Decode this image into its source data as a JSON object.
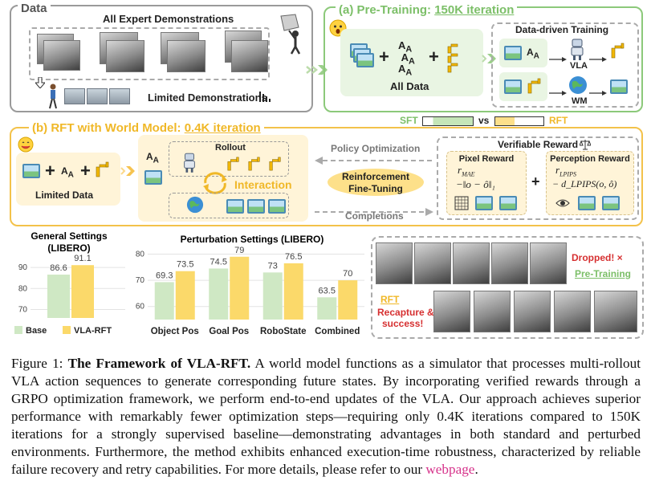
{
  "data_panel": {
    "title": "Data",
    "expert_label": "All Expert Demonstrations",
    "limited_label": "Limited Demonstrations"
  },
  "pretrain_panel": {
    "title_prefix": "(a) Pre-Training: ",
    "title_value": "150K iteration",
    "all_data_label": "All Data",
    "data_driven_title": "Data-driven Training",
    "vla_label": "VLA",
    "wm_label": "WM"
  },
  "legend_bar": {
    "sft": "SFT",
    "vs": "vs",
    "rft": "RFT"
  },
  "rft_panel": {
    "title_prefix": "(b) RFT with World Model: ",
    "title_value": "0.4K iteration",
    "limited_data_label": "Limited Data",
    "rollout_label": "Rollout",
    "interaction_label": "Interaction",
    "policy_opt_label": "Policy Optimization",
    "completions_label": "Completions",
    "rf_line1": "Reinforcement",
    "rf_line2": "Fine-Tuning",
    "verifiable_title": "Verifiable Reward",
    "pixel_reward_title": "Pixel Reward",
    "pixel_reward_sym": "r",
    "pixel_reward_sub": "MAE",
    "pixel_reward_formula": "−‖o − ô‖₁",
    "perception_reward_title": "Perception Reward",
    "perception_reward_sym": "r",
    "perception_reward_sub": "LPIPS",
    "perception_reward_formula": "− d_LPIPS(o, ô)",
    "plus": "+"
  },
  "chart_data": [
    {
      "type": "bar",
      "title": "General Settings (LIBERO)",
      "categories": [
        ""
      ],
      "series": [
        {
          "name": "Base",
          "values": [
            86.6
          ]
        },
        {
          "name": "VLA-RFT",
          "values": [
            91.1
          ]
        }
      ],
      "yticks": [
        70,
        80,
        90
      ],
      "ylim": [
        66,
        95
      ],
      "colors": [
        "#cfe8c4",
        "#fbd96a"
      ],
      "legend_position": "bottom"
    },
    {
      "type": "bar",
      "title": "Perturbation Settings (LIBERO)",
      "categories": [
        "Object Pos",
        "Goal Pos",
        "RoboState",
        "Combined"
      ],
      "series": [
        {
          "name": "Base",
          "values": [
            69.3,
            74.5,
            73,
            63.5
          ]
        },
        {
          "name": "VLA-RFT",
          "values": [
            73.5,
            79,
            76.5,
            70
          ]
        }
      ],
      "yticks": [
        60,
        70,
        80
      ],
      "ylim": [
        55,
        82
      ],
      "colors": [
        "#cfe8c4",
        "#fbd96a"
      ]
    }
  ],
  "demo_panel": {
    "dropped_label": "Dropped!",
    "dropped_mark": "×",
    "pretraining_label": "Pre-Training",
    "rft_label": "RFT",
    "recapture_line1": "Recapture &",
    "recapture_line2": "success!"
  },
  "caption": {
    "figure_label": "Figure 1:",
    "title": "The Framework of VLA-RFT.",
    "body": " A world model functions as a simulator that processes multi-rollout VLA action sequences to generate corresponding future states. By incorporating verified rewards through a GRPO optimization framework, we perform end-to-end updates of the VLA. Our approach achieves superior performance with remarkably fewer optimization steps—requiring only 0.4K iterations compared to 150K iterations for a strongly supervised baseline—demonstrating advantages in both standard and perturbed environments. Furthermore, the method exhibits enhanced execution-time robustness, characterized by reliable failure recovery and retry capabilities. For more details, please refer to our ",
    "link": "webpage",
    "end": "."
  },
  "colors": {
    "green": "#8cc97a",
    "green_fill": "#e9f5e3",
    "orange": "#f3c24a",
    "orange_fill": "#fff4d8",
    "accent_link": "#d6338b"
  }
}
